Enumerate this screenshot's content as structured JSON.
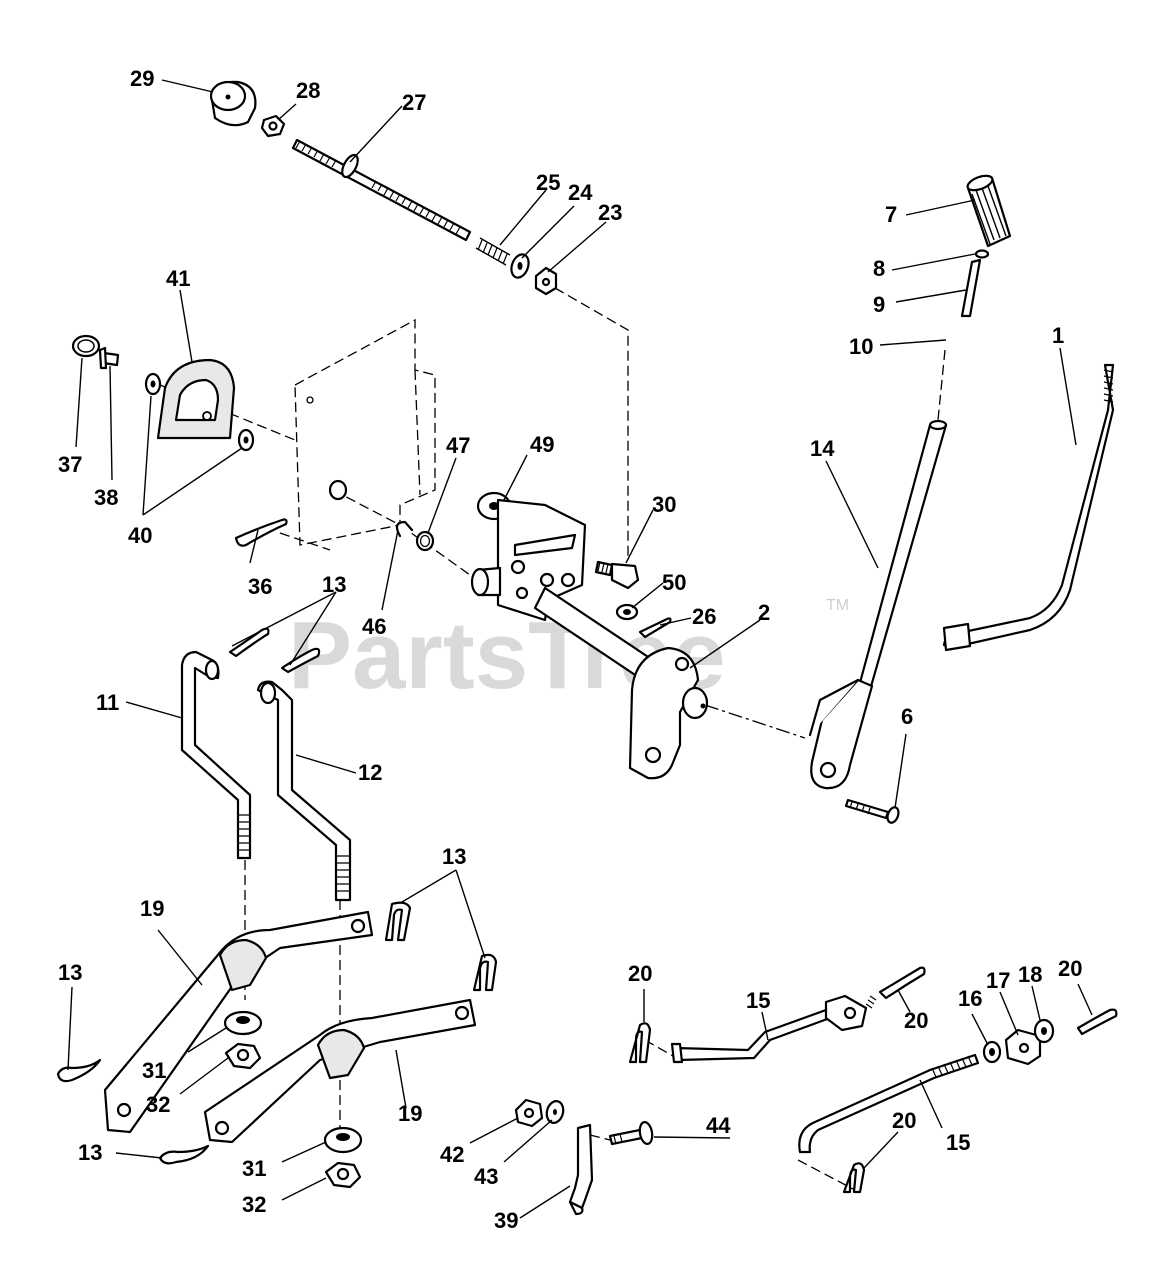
{
  "watermark": {
    "brand": "PartsTree",
    "trademark": "TM"
  },
  "callouts": [
    {
      "label": "29"
    },
    {
      "label": "28"
    },
    {
      "label": "27"
    },
    {
      "label": "25"
    },
    {
      "label": "24"
    },
    {
      "label": "23"
    },
    {
      "label": "7"
    },
    {
      "label": "8"
    },
    {
      "label": "9"
    },
    {
      "label": "10"
    },
    {
      "label": "1"
    },
    {
      "label": "41"
    },
    {
      "label": "37"
    },
    {
      "label": "38"
    },
    {
      "label": "40"
    },
    {
      "label": "47"
    },
    {
      "label": "49"
    },
    {
      "label": "30"
    },
    {
      "label": "14"
    },
    {
      "label": "36"
    },
    {
      "label": "13"
    },
    {
      "label": "46"
    },
    {
      "label": "50"
    },
    {
      "label": "26"
    },
    {
      "label": "2"
    },
    {
      "label": "11"
    },
    {
      "label": "12"
    },
    {
      "label": "6"
    },
    {
      "label": "13"
    },
    {
      "label": "19"
    },
    {
      "label": "13"
    },
    {
      "label": "20"
    },
    {
      "label": "15"
    },
    {
      "label": "20"
    },
    {
      "label": "17"
    },
    {
      "label": "18"
    },
    {
      "label": "20"
    },
    {
      "label": "16"
    },
    {
      "label": "31"
    },
    {
      "label": "32"
    },
    {
      "label": "19"
    },
    {
      "label": "44"
    },
    {
      "label": "42"
    },
    {
      "label": "43"
    },
    {
      "label": "20"
    },
    {
      "label": "15"
    },
    {
      "label": "13"
    },
    {
      "label": "31"
    },
    {
      "label": "39"
    },
    {
      "label": "32"
    }
  ]
}
